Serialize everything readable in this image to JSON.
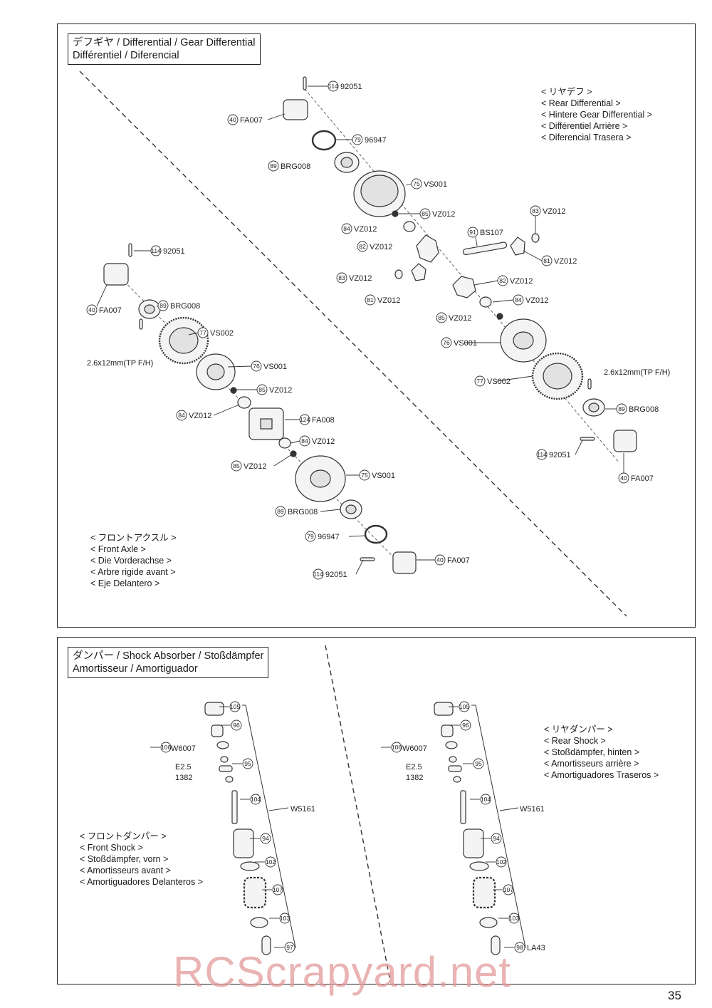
{
  "differential_section": {
    "title_line1": "デフギヤ / Differential / Gear Differential",
    "title_line2": "Différentiel / Diferencial",
    "rear_caption": [
      "< リヤデフ >",
      "< Rear Differential >",
      "< Hintere Gear Differential >",
      "< Différentiel Arrière >",
      "< Diferencial Trasera >"
    ],
    "front_caption": [
      "< フロントアクスル >",
      "< Front Axle >",
      "< Die Vorderachse >",
      "< Arbre rigide avant >",
      "< Eje Delantero >"
    ],
    "rear_parts": [
      {
        "num": "114",
        "code": "92051"
      },
      {
        "num": "40",
        "code": "FA007"
      },
      {
        "num": "79",
        "code": "96947"
      },
      {
        "num": "89",
        "code": "BRG008"
      },
      {
        "num": "75",
        "code": "VS001"
      },
      {
        "num": "85",
        "code": "VZ012"
      },
      {
        "num": "84",
        "code": "VZ012"
      },
      {
        "num": "91",
        "code": "BS107"
      },
      {
        "num": "83",
        "code": "VZ012"
      },
      {
        "num": "82",
        "code": "VZ012"
      },
      {
        "num": "81",
        "code": "VZ012"
      },
      {
        "num": "83",
        "code": "VZ012"
      },
      {
        "num": "81",
        "code": "VZ012"
      },
      {
        "num": "82",
        "code": "VZ012"
      },
      {
        "num": "84",
        "code": "VZ012"
      },
      {
        "num": "85",
        "code": "VZ012"
      },
      {
        "num": "76",
        "code": "VS001"
      },
      {
        "num": "77",
        "code": "VS002"
      },
      {
        "num": "89",
        "code": "BRG008"
      },
      {
        "num": "114",
        "code": "92051"
      },
      {
        "num": "40",
        "code": "FA007"
      }
    ],
    "rear_screw": "2.6x12mm(TP F/H)",
    "front_parts": [
      {
        "num": "114",
        "code": "92051"
      },
      {
        "num": "40",
        "code": "FA007"
      },
      {
        "num": "89",
        "code": "BRG008"
      },
      {
        "num": "77",
        "code": "VS002"
      },
      {
        "num": "76",
        "code": "VS001"
      },
      {
        "num": "85",
        "code": "VZ012"
      },
      {
        "num": "84",
        "code": "VZ012"
      },
      {
        "num": "124",
        "code": "FA008"
      },
      {
        "num": "84",
        "code": "VZ012"
      },
      {
        "num": "85",
        "code": "VZ012"
      },
      {
        "num": "75",
        "code": "VS001"
      },
      {
        "num": "89",
        "code": "BRG008"
      },
      {
        "num": "79",
        "code": "96947"
      },
      {
        "num": "40",
        "code": "FA007"
      },
      {
        "num": "114",
        "code": "92051"
      }
    ],
    "front_screw": "2.6x12mm(TP F/H)"
  },
  "shock_section": {
    "title_line1": "ダンパー / Shock Absorber / Stoßdämpfer",
    "title_line2": "Amortisseur / Amortiguador",
    "front_caption": [
      "< フロントダンパー >",
      "< Front Shock >",
      "< Stoßdämpfer, vorn >",
      "< Amortisseurs avant >",
      "< Amortiguadores Delanteros >"
    ],
    "rear_caption": [
      "< リヤダンパー >",
      "< Rear Shock >",
      "< Stoßdämpfer, hinten >",
      "< Amortisseurs arrière >",
      "< Amortiguadores Traseros >"
    ],
    "front_numbers": [
      "105",
      "96",
      "106",
      "95",
      "104",
      "94",
      "102",
      "107",
      "103",
      "97"
    ],
    "rear_numbers": [
      "105",
      "96",
      "106",
      "95",
      "104",
      "94",
      "102",
      "107",
      "103",
      "98"
    ],
    "w6007": "W6007",
    "e25": "E2.5",
    "e25_code": "1382",
    "w5161": "W5161",
    "la43": "LA43"
  },
  "page_number": "35",
  "watermark": "RCScrapyard.net"
}
